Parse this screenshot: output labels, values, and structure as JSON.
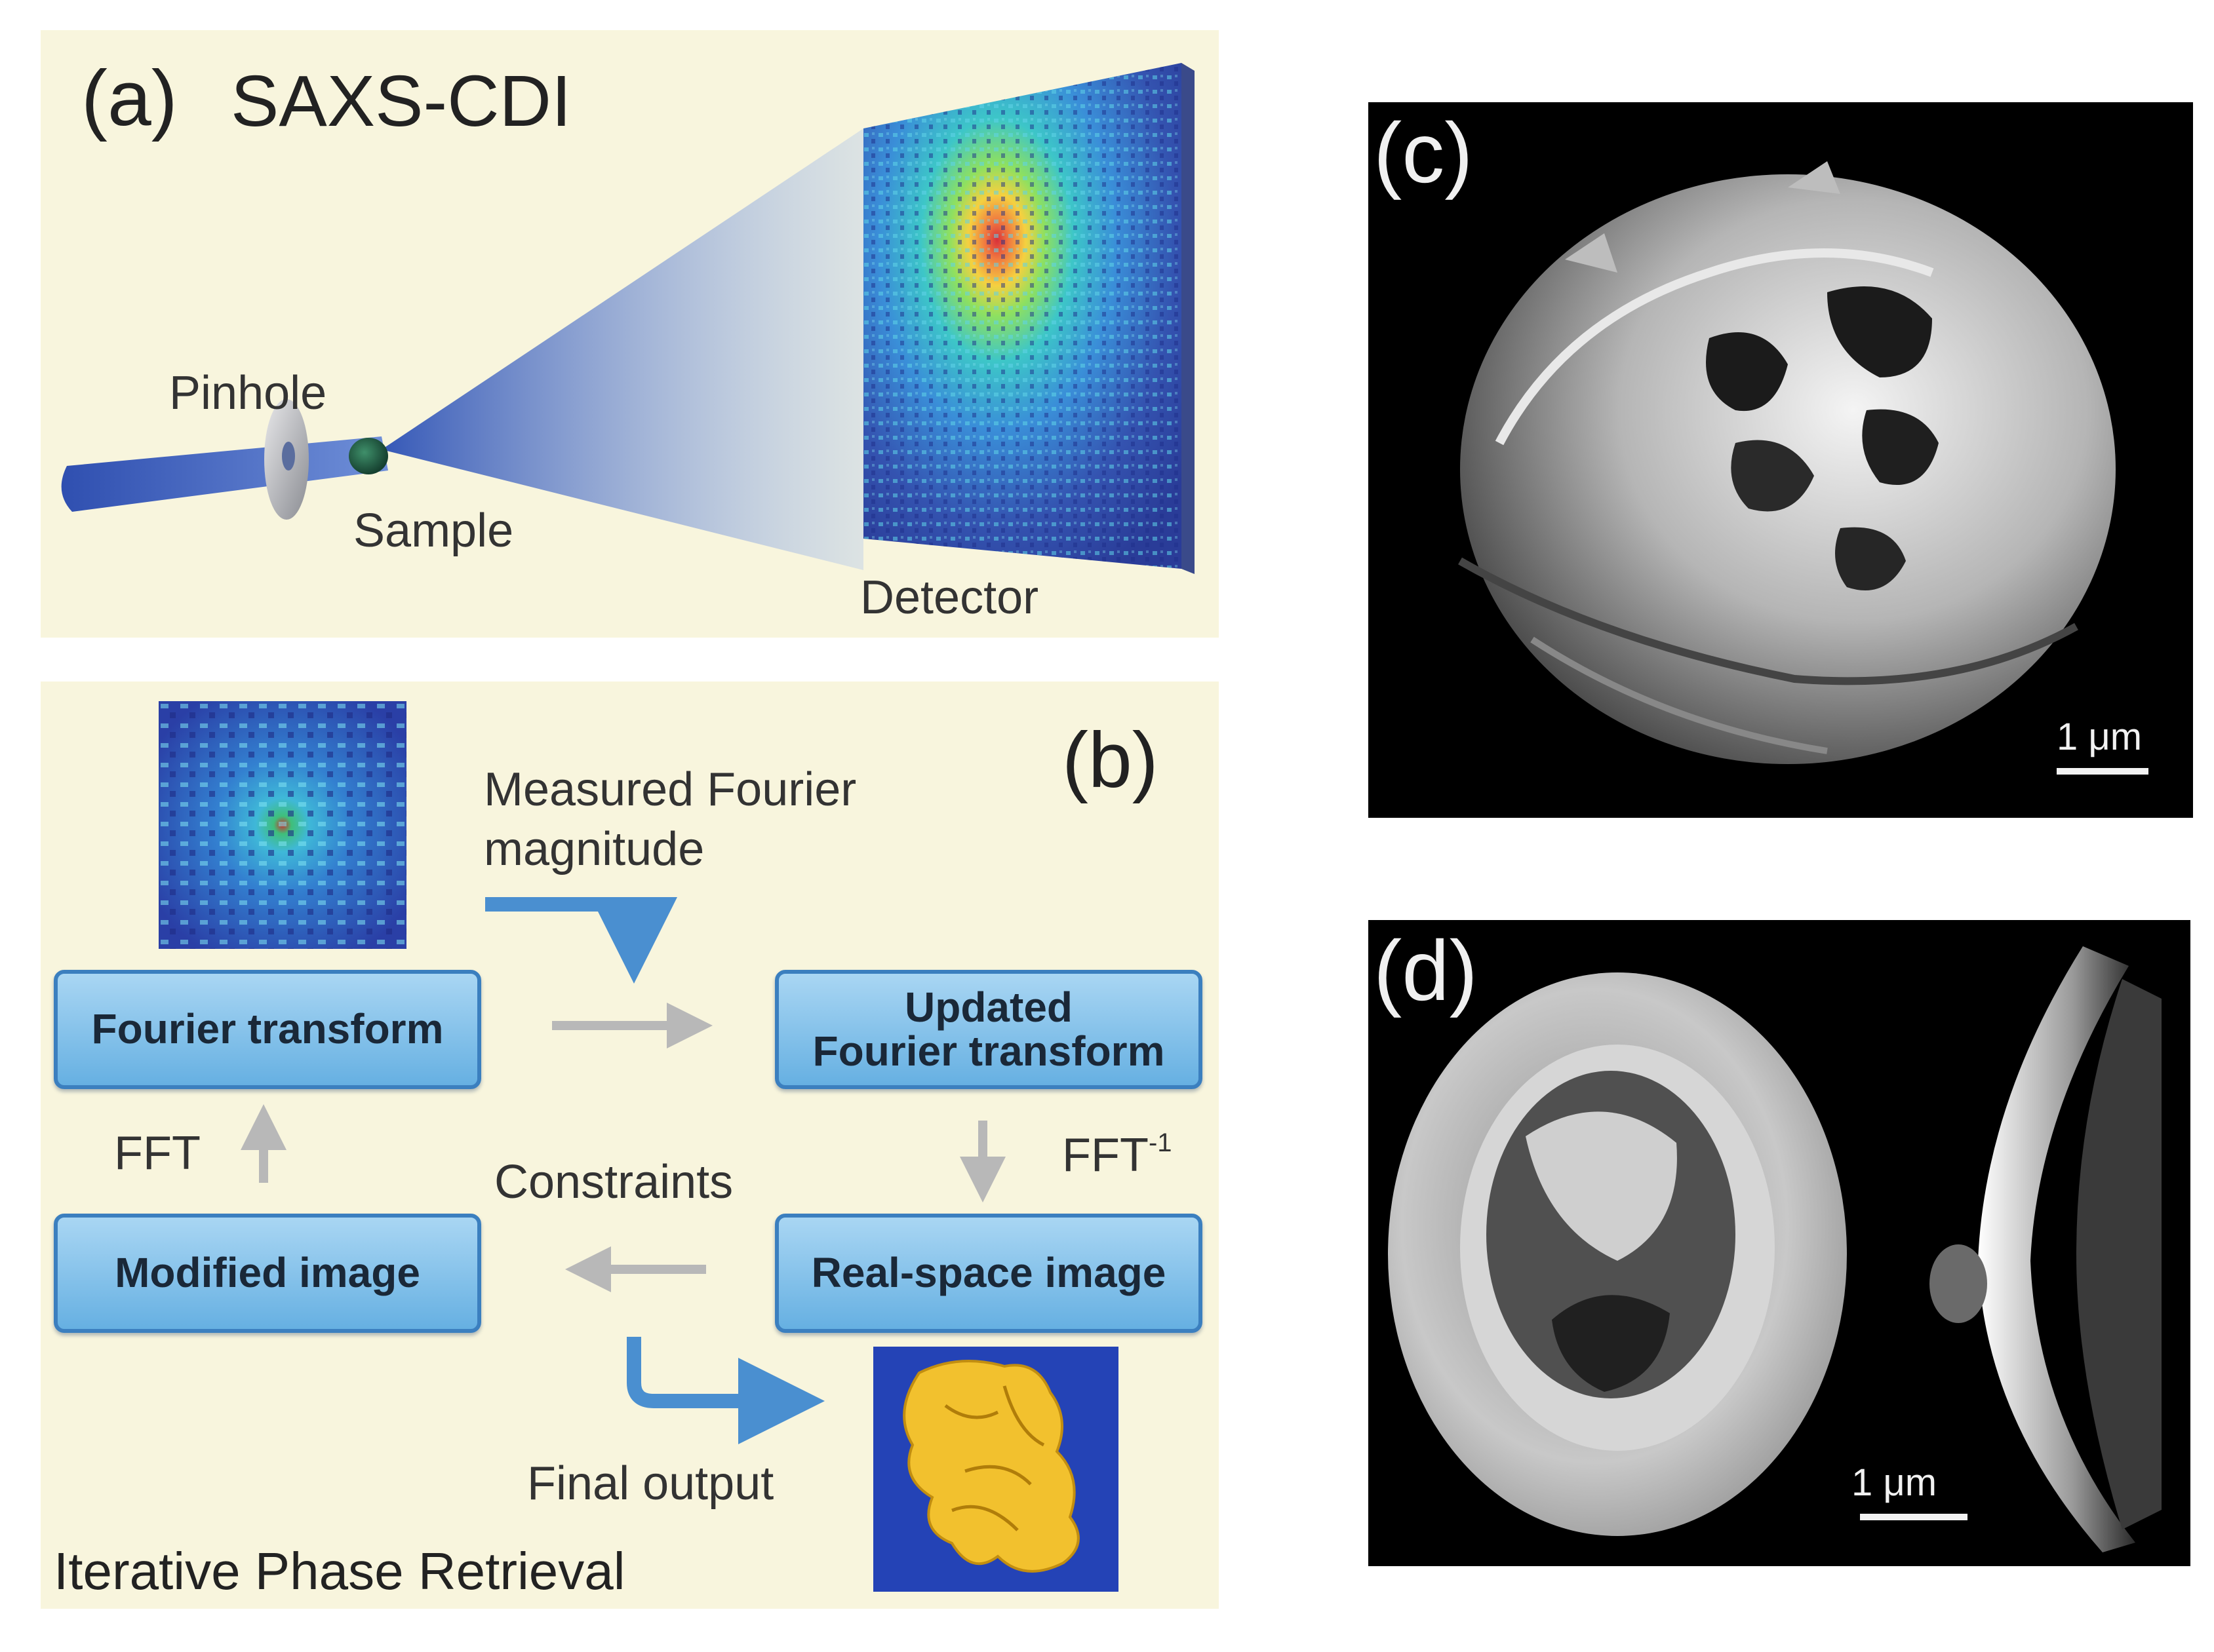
{
  "panel_a": {
    "letter": "(a)",
    "title": "SAXS-CDI",
    "labels": {
      "pinhole": "Pinhole",
      "sample": "Sample",
      "detector": "Detector"
    }
  },
  "panel_b": {
    "letter": "(b)",
    "measured": "Measured Fourier magnitude",
    "boxes": {
      "fourier_transform": "Fourier transform",
      "updated_line1": "Updated",
      "updated_line2": "Fourier transform",
      "modified_image": "Modified image",
      "real_space_image": "Real-space image"
    },
    "labels": {
      "fft": "FFT",
      "fft_inverse": "FFT",
      "fft_inverse_sup": "-1",
      "constraints": "Constraints",
      "final_output": "Final output"
    },
    "bottom_caption": "Iterative  Phase Retrieval"
  },
  "panel_c": {
    "letter": "(c)",
    "scale": "1 μm"
  },
  "panel_d": {
    "letter": "(d)",
    "scale": "1 μm"
  },
  "colors": {
    "panel_bg": "#f8f5dd",
    "box_border": "#3b7fbf",
    "arrow_blue": "#4a8fd0",
    "arrow_gray": "#b8b8b8",
    "micro_bg": "#000000"
  }
}
